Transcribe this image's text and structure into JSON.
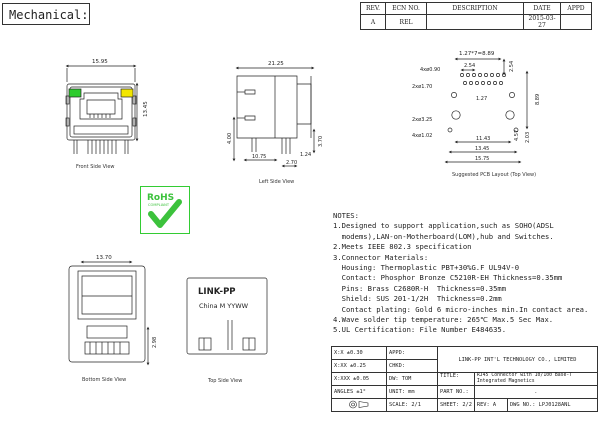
{
  "header": {
    "title": "Mechanical:"
  },
  "revision_table": {
    "headers": [
      "REV.",
      "ECN NO.",
      "DESCRIPTION",
      "DATE",
      "APPD"
    ],
    "rows": [
      [
        "A",
        "REL",
        "",
        "2015-03-27",
        ""
      ]
    ]
  },
  "views": {
    "front": {
      "caption": "Front Side View",
      "dims": [
        "15.95",
        "13.45"
      ],
      "led_colors": [
        "#2ecc2e",
        "#f2e600"
      ]
    },
    "left": {
      "caption": "Left Side View",
      "dims": [
        "21.25",
        "4.00",
        "3.70",
        "10.75",
        "1.24",
        "2.70"
      ]
    },
    "pcb": {
      "caption": "Suggested PCB Layout (Top View)",
      "dims": [
        "1.27*7=8.89",
        "2.54",
        "2.54",
        "4xø0.90",
        "2xø1.70",
        "1.27",
        "8.89",
        "2xø3.25",
        "4xø1.02",
        "11.43",
        "13.45",
        "15.75",
        "4.57",
        "2.03"
      ]
    },
    "bottom": {
      "caption": "Bottom Side View",
      "dims": [
        "13.70",
        "2.98"
      ]
    },
    "top": {
      "caption": "Top Side View",
      "brand": "LINK-PP",
      "marking": "China M YYWW"
    }
  },
  "rohs": {
    "label": "RoHS",
    "sublabel": "COMPLIANT",
    "color": "#3cc23c"
  },
  "notes": {
    "title": "NOTES:",
    "lines": [
      "1.Designed to support application,such as SOHO(ADSL",
      "  modems),LAN-on-Motherboard(LOM),hub and Switches.",
      "2.Meets IEEE 802.3 specification",
      "3.Connector Materials:",
      "  Housing: Thermoplastic PBT+30%G.F UL94V-0",
      "  Contact: Phosphor Bronze C5210R-EH Thickness=0.35mm",
      "  Pins: Brass C2680R-H  Thickness=0.35mm",
      "  Shield: SUS 201-1/2H  Thickness=0.2mm",
      "  Contact plating: Gold 6 micro-inches min.In contact area.",
      "4.Wave solder tip temperature: 265℃ Max.5 Sec Max.",
      "5.UL Certification: File Number E484635."
    ]
  },
  "title_block": {
    "tol1": "X:X     ±0.30",
    "tol2": "X:XX    ±0.25",
    "tol3": "X:XXX  ±0.05",
    "angles": "ANGLES ±1°",
    "appd": "APPD:",
    "chkd": "CHKD:",
    "dw": "DW:  TOM",
    "unit": "UNIT:  mm",
    "company": "LINK-PP INT'L TECHNOLOGY CO., LIMITED",
    "title_label": "TITLE:",
    "title_text": "RJ45 Connector with 10/100 Base-T Integrated Magnetics",
    "part_label": "PART NO.:",
    "part_value": ".",
    "scale": "SCALE:  2/1",
    "sheet": "SHEET:  2/2",
    "rev": "REV:  A",
    "dwg": "DWG NO.:  LPJ0128ANL"
  }
}
